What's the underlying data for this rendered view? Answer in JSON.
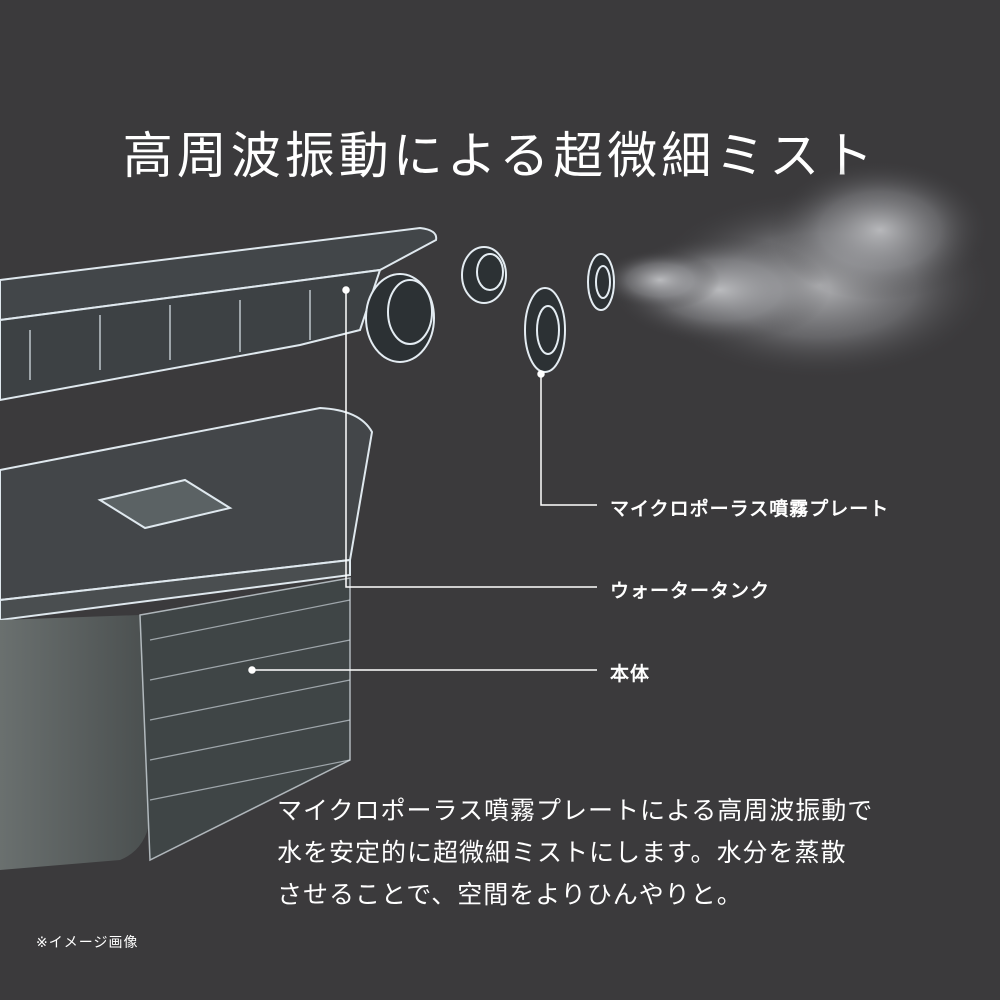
{
  "title": "高周波振動による超微細ミスト",
  "labels": {
    "plate": "マイクロポーラス噴霧プレート",
    "tank": "ウォータータンク",
    "body": "本体"
  },
  "description": {
    "line1": "マイクロポーラス噴霧プレートによる高周波振動で",
    "line2": "水を安定的に超微細ミストにします。水分を蒸散",
    "line3": "させることで、空間をよりひんやりと。"
  },
  "note": "※イメージ画像",
  "colors": {
    "background": "#3b3a3c",
    "text": "#ffffff",
    "outline": "#dfe8ee",
    "body_shade": "#5a605f"
  }
}
